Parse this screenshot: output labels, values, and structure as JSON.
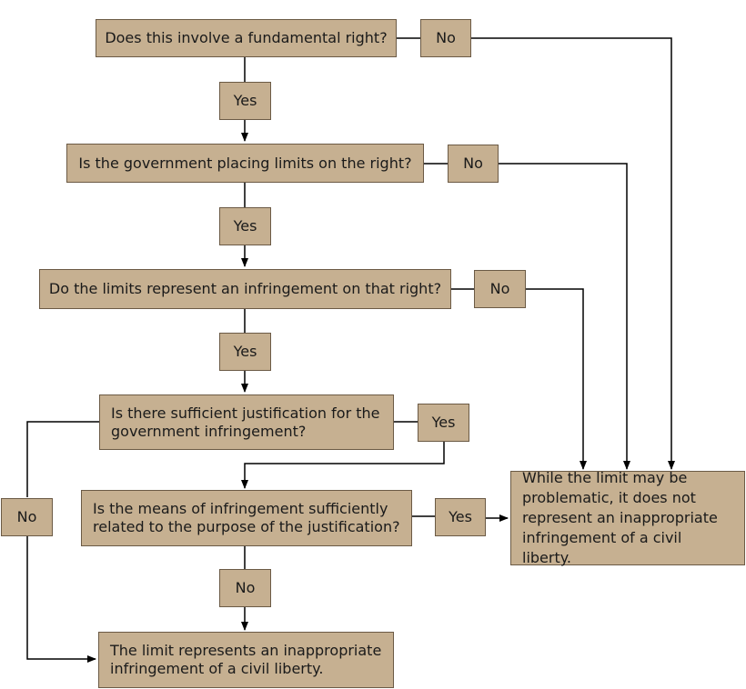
{
  "questions": {
    "q1": "Does this involve a fundamental right?",
    "q2": "Is the government placing limits on the right?",
    "q3": "Do the limits represent an infringement on that right?",
    "q4": "Is there sufficient justification for the\ngovernment infringement?",
    "q5": "Is the means of infringement sufficiently\nrelated to the purpose of the justification?"
  },
  "labels": {
    "q1_no": "No",
    "q1_yes": "Yes",
    "q2_no": "No",
    "q2_yes": "Yes",
    "q3_no": "No",
    "q3_yes": "Yes",
    "q4_no": "No",
    "q4_yes": "Yes",
    "q5_no": "No",
    "q5_yes": "Yes"
  },
  "results": {
    "acceptable": "While the limit may be\nproblematic, it does not\nrepresent an inappropriate\ninfringement of a civil liberty.",
    "inappropriate": "The limit represents an inappropriate\ninfringement of a civil liberty."
  },
  "colors": {
    "box_fill": "#c6b091",
    "box_border": "#6b5a45",
    "connector": "#000000"
  }
}
